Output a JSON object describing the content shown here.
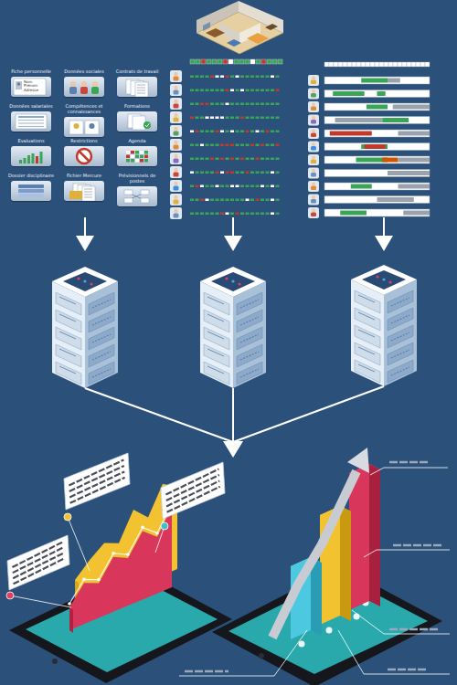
{
  "diagram": {
    "nodes": [
      {
        "text": [
          "Fiche personnelle",
          "Nom Prénom Adresse"
        ]
      },
      {
        "text": [
          "Données sociales"
        ]
      },
      {
        "text": [
          "Contrats de travail"
        ]
      },
      {
        "text": [
          "Données salariales"
        ]
      },
      {
        "text": [
          "Compétences et connaissances"
        ]
      },
      {
        "text": [
          "Formations"
        ]
      },
      {
        "text": [
          "Evaluations"
        ]
      },
      {
        "text": [
          "Restrictions"
        ]
      },
      {
        "text": [
          "Agenda"
        ]
      },
      {
        "text": [
          "Dossier disciplinaire"
        ]
      },
      {
        "text": [
          "Fichier Mercure"
        ]
      },
      {
        "text": [
          "Prévisionnels de postes"
        ]
      }
    ]
  }
}
